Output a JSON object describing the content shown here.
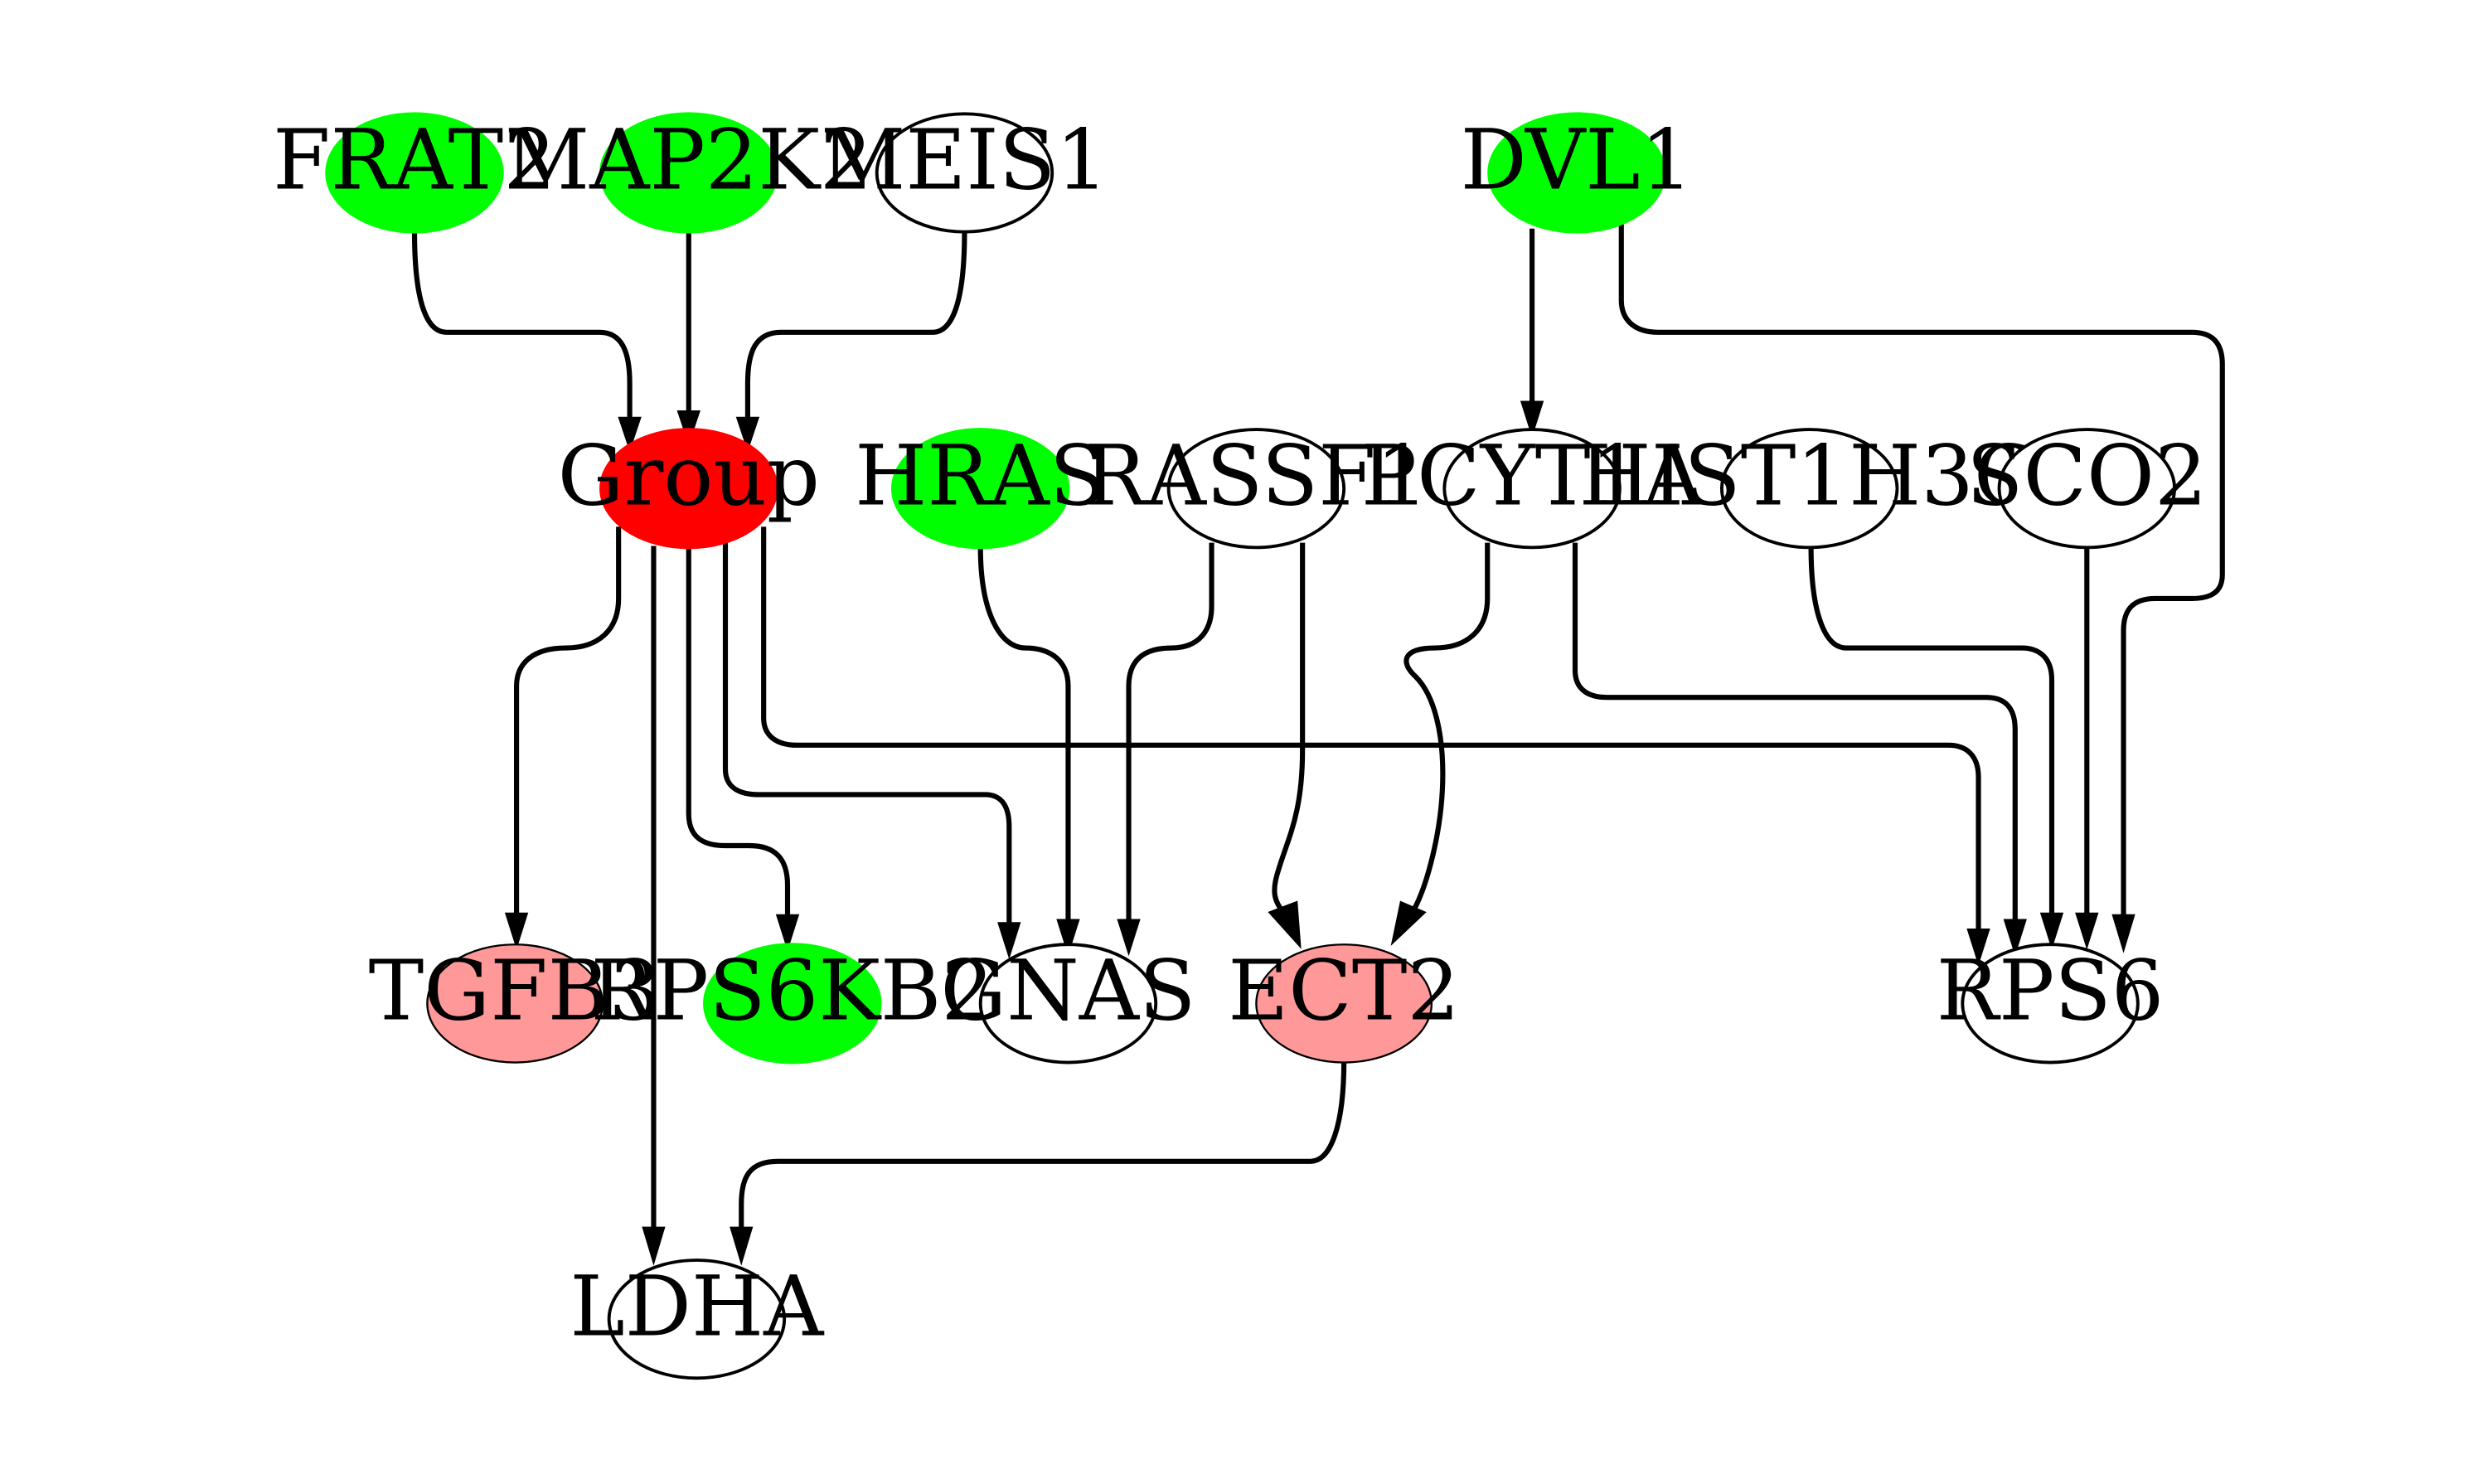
{
  "colors": {
    "green": "#00ff00",
    "red": "#ff0000",
    "pink": "#ff9999",
    "white": "#ffffff",
    "stroke": "#000000"
  },
  "nodes": {
    "frat2": {
      "label": "FRAT2",
      "fill": "green"
    },
    "map2k2": {
      "label": "MAP2K2",
      "fill": "green"
    },
    "meis1": {
      "label": "MEIS1",
      "fill": "white"
    },
    "dvl1": {
      "label": "DVL1",
      "fill": "green"
    },
    "group": {
      "label": "Group",
      "fill": "red"
    },
    "hras": {
      "label": "HRAS",
      "fill": "green"
    },
    "rassf1": {
      "label": "RASSF1",
      "fill": "white"
    },
    "pcyt1a": {
      "label": "PCYT1A",
      "fill": "white"
    },
    "hist1h3g": {
      "label": "HIST1H3G",
      "fill": "white"
    },
    "sco2": {
      "label": "SCO2",
      "fill": "white"
    },
    "tgfb3": {
      "label": "TGFB3",
      "fill": "pink"
    },
    "rps6kb2": {
      "label": "RPS6KB2",
      "fill": "green"
    },
    "gnas": {
      "label": "GNAS",
      "fill": "white"
    },
    "ect2": {
      "label": "ECT2",
      "fill": "pink"
    },
    "rps6": {
      "label": "RPS6",
      "fill": "white"
    },
    "ldha": {
      "label": "LDHA",
      "fill": "white"
    }
  },
  "edges": [
    {
      "from": "FRAT2",
      "to": "Group"
    },
    {
      "from": "MAP2K2",
      "to": "Group"
    },
    {
      "from": "MEIS1",
      "to": "Group"
    },
    {
      "from": "DVL1",
      "to": "PCYT1A"
    },
    {
      "from": "DVL1",
      "to": "RPS6"
    },
    {
      "from": "Group",
      "to": "TGFB3"
    },
    {
      "from": "Group",
      "to": "LDHA"
    },
    {
      "from": "Group",
      "to": "RPS6KB2"
    },
    {
      "from": "Group",
      "to": "GNAS"
    },
    {
      "from": "Group",
      "to": "RPS6"
    },
    {
      "from": "HRAS",
      "to": "GNAS"
    },
    {
      "from": "RASSF1",
      "to": "GNAS"
    },
    {
      "from": "RASSF1",
      "to": "ECT2"
    },
    {
      "from": "PCYT1A",
      "to": "ECT2"
    },
    {
      "from": "PCYT1A",
      "to": "RPS6"
    },
    {
      "from": "HIST1H3G",
      "to": "RPS6"
    },
    {
      "from": "SCO2",
      "to": "RPS6"
    },
    {
      "from": "ECT2",
      "to": "LDHA"
    }
  ]
}
